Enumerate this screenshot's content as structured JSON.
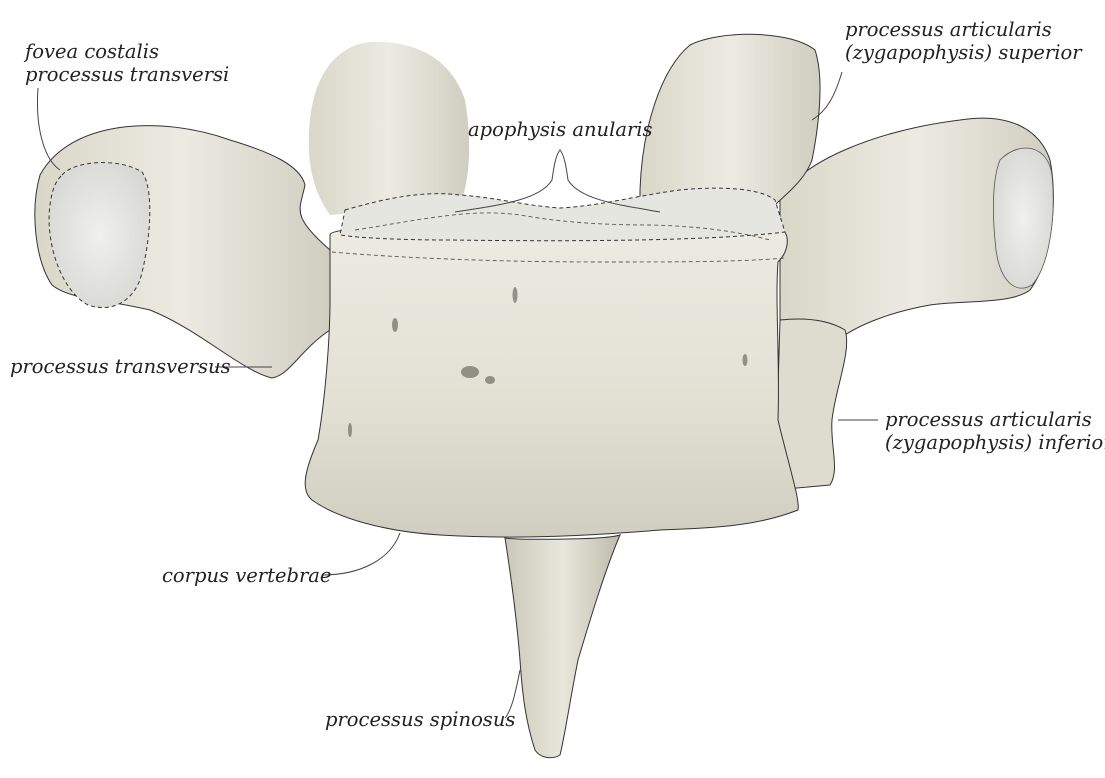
{
  "diagram": {
    "labels": {
      "fovea_costalis": [
        "fovea costalis",
        "processus transversi"
      ],
      "articularis_superior": [
        "processus articularis",
        "(zygapophysis) superior"
      ],
      "apophysis_anularis": "apophysis anularis",
      "transversus": "processus transversus",
      "articularis_inferior": [
        "processus articularis",
        "(zygapophysis) inferior"
      ],
      "corpus": "corpus vertebrae",
      "spinosus": "processus spinosus"
    },
    "colors": {
      "bone_light": "#eeeee6",
      "bone_mid": "#dcdccf",
      "bone_shadow": "#b8b8a8",
      "facet": "#e4e4e4",
      "outline": "#333333",
      "leader": "#444444"
    }
  }
}
